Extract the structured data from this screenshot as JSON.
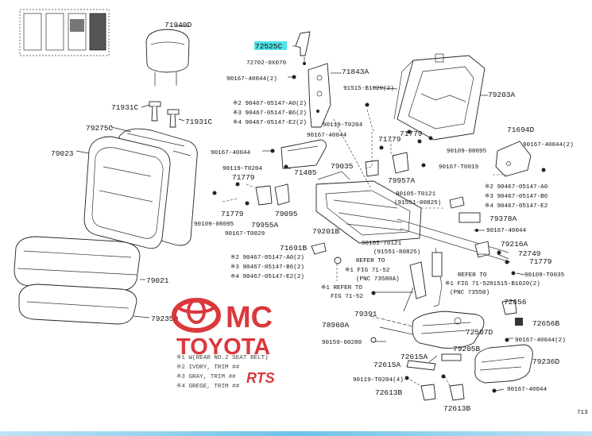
{
  "colors": {
    "highlight": "#4fe3ea",
    "watermark": "#d8282c",
    "bar": "#6ec3e8"
  },
  "parts": {
    "p71940D": "71940D",
    "p72525C": "72525C",
    "p72702": "72702-0X070",
    "p71843A": "71843A",
    "p90167a": "90167-40044(2)",
    "p91515a": "91515-B1020(2)",
    "p79203A": "79203A",
    "p71931C_1": "71931C",
    "p71931C_2": "71931C",
    "p79275C": "79275C",
    "n2a": "※2 90467-05147-A0(2)",
    "n3a": "※3 90467-05147-B6(2)",
    "n4a": "※4 90467-05147-E2(2)",
    "p90119a": "90119-T0204",
    "p90167b": "90167-40044",
    "p71779a": "71779",
    "p71694D": "71694D",
    "p90167c": "90167-40044(2)",
    "p79023": "79023",
    "p90167d": "90167-40044",
    "p90109a": "90109-08095",
    "p90119b": "90119-T0204",
    "p71485": "71485",
    "p79035": "79035",
    "p90167e": "90167-T0019",
    "p71779b": "71779",
    "p79957A": "79957A",
    "n2b": "※2 90467-05147-A0",
    "n3b": "※3 90467-05147-B6",
    "n4b": "※4 90467-05147-E2",
    "p90105a": "90105-T0121",
    "p91551a": "(91551-80825)",
    "p71779c": "71779",
    "p79095": "79095",
    "p90109b": "90109-08095",
    "p90167f": "90167-T0029",
    "p79955A": "79955A",
    "p79201B": "79201B",
    "p79378A": "79378A",
    "p90167g": "90167-40044",
    "p90105b": "90105-T0121",
    "p91551b": "(91551-80825)",
    "p79216A": "79216A",
    "p71691B": "71691B",
    "p72749": "72749",
    "n2c": "※2 90467-05147-A0(2)",
    "n3c": "※3 90467-05147-B6(2)",
    "n4c": "※4 90467-05147-E2(2)",
    "refer1": "REFER TO",
    "fig1": "※1 FIG 71-52",
    "pnc1": "(PNC 73580A)",
    "p71779d": "71779",
    "refer2": "REFER TO",
    "fig2": "※1 FIG 71-52",
    "pnc2": "(PNC 73550)",
    "p90109c": "90109-T0035",
    "p91515b": "91515-B1020(2)",
    "p79021": "79021",
    "refer3": "※1 REFER TO",
    "fig3": "FIG 71-52",
    "p72656": "72656",
    "p79391": "79391",
    "p79235D": "79235D",
    "p78960A": "78960A",
    "p72507D": "72507D",
    "p72656B": "72656B",
    "p90159": "90159-60280",
    "p79205B": "79205B",
    "p90167h": "90167-40044(2)",
    "p72615A": "72615A",
    "p79236D": "79236D",
    "p72615A_2": "72615A",
    "p90119c": "90119-T0204(4)",
    "p72613B_1": "72613B",
    "p90167i": "90167-40044",
    "p72613B_2": "72613B",
    "fig_no": "713"
  },
  "legend": {
    "l1": "※1 W(REAR NO.2 SEAT BELT)",
    "l2": "※2 IVORY, TRIM ##",
    "l3": "※3 GRAY, TRIM ##",
    "l4": "※4 GREGE, TRIM ##"
  },
  "watermark": {
    "brand": "TOYOTA",
    "mark": "MC",
    "suffix": "RTS"
  }
}
